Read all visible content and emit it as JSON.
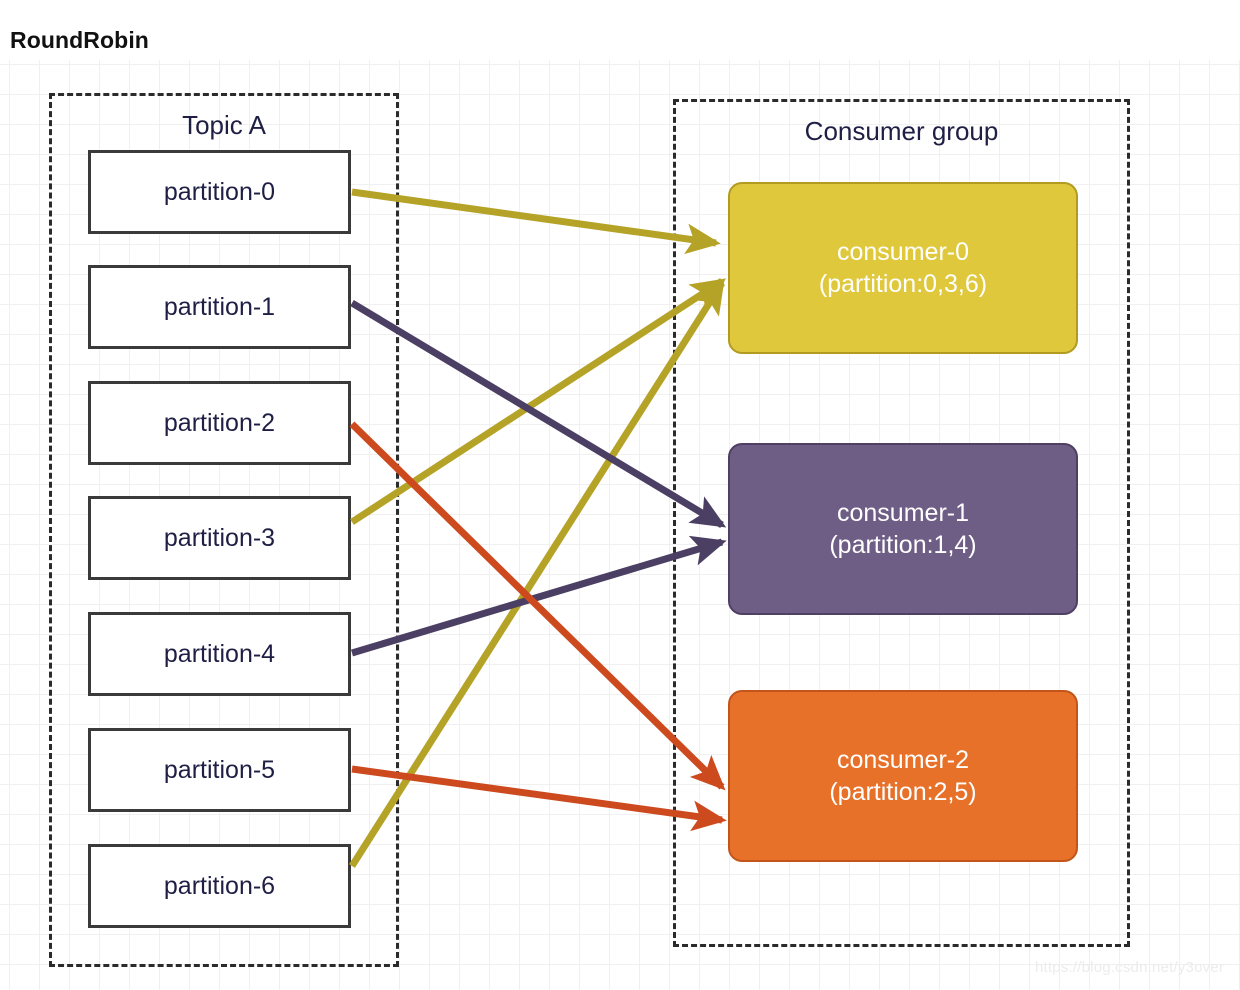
{
  "title": "RoundRobin",
  "watermark": "https://blog.csdn.net/y3over",
  "topic": {
    "label": "Topic A",
    "partitions": [
      {
        "label": "partition-0"
      },
      {
        "label": "partition-1"
      },
      {
        "label": "partition-2"
      },
      {
        "label": "partition-3"
      },
      {
        "label": "partition-4"
      },
      {
        "label": "partition-5"
      },
      {
        "label": "partition-6"
      }
    ]
  },
  "consumer_group": {
    "label": "Consumer group",
    "consumers": [
      {
        "name": "consumer-0",
        "assignment": "(partition:0,3,6)",
        "color": "#e0c83c",
        "border": "#b39b22"
      },
      {
        "name": "consumer-1",
        "assignment": "(partition:1,4)",
        "color": "#6e5e85",
        "border": "#4e3f63"
      },
      {
        "name": "consumer-2",
        "assignment": "(partition:2,5)",
        "color": "#e8712a",
        "border": "#c2551a"
      }
    ]
  },
  "mappings": [
    {
      "from": "partition-0",
      "to": "consumer-0",
      "color": "#b5a327"
    },
    {
      "from": "partition-1",
      "to": "consumer-1",
      "color": "#4b3f63"
    },
    {
      "from": "partition-2",
      "to": "consumer-2",
      "color": "#cc4a1e"
    },
    {
      "from": "partition-3",
      "to": "consumer-0",
      "color": "#b5a327"
    },
    {
      "from": "partition-4",
      "to": "consumer-1",
      "color": "#4b3f63"
    },
    {
      "from": "partition-5",
      "to": "consumer-2",
      "color": "#cc4a1e"
    },
    {
      "from": "partition-6",
      "to": "consumer-0",
      "color": "#b5a327"
    }
  ]
}
